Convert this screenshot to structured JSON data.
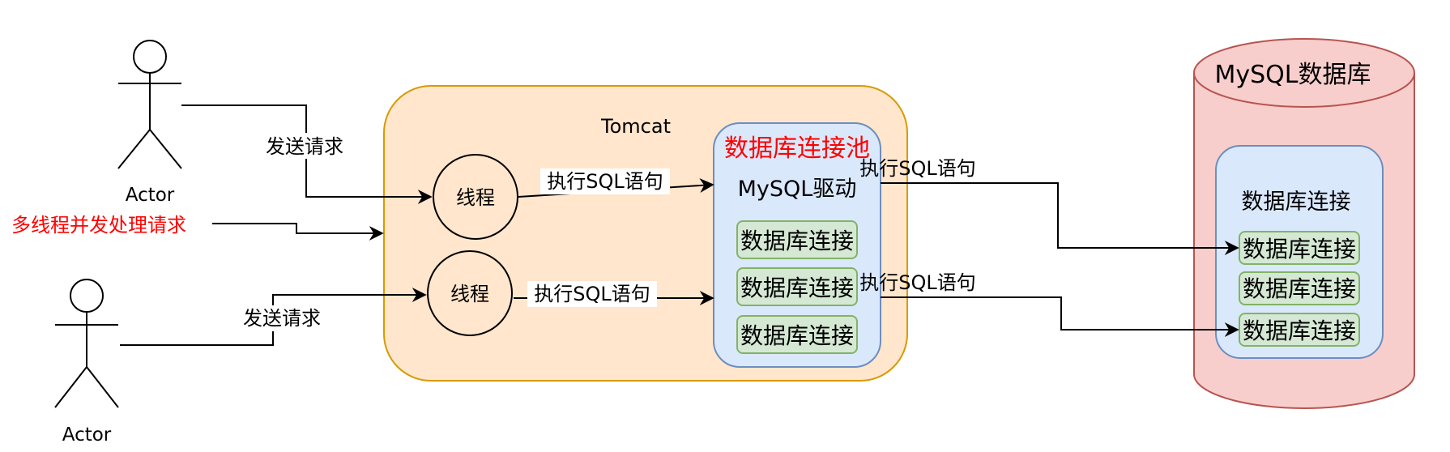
{
  "actors": [
    {
      "label": "Actor"
    },
    {
      "label": "Actor"
    }
  ],
  "annotations": {
    "concurrent": "多线程并发处理请求"
  },
  "edges": {
    "send1": "发送请求",
    "send2": "发送请求",
    "exec1": "执行SQL语句",
    "exec2": "执行SQL语句",
    "exec3": "执行SQL语句",
    "exec4": "执行SQL语句"
  },
  "tomcat": {
    "title": "Tomcat",
    "thread1": "线程",
    "thread2": "线程"
  },
  "pool": {
    "title": "数据库连接池",
    "driver": "MySQL驱动",
    "connections": [
      "数据库连接",
      "数据库连接",
      "数据库连接"
    ]
  },
  "mysql": {
    "title": "MySQL数据库",
    "inner_title": "数据库连接",
    "connections": [
      "数据库连接",
      "数据库连接",
      "数据库连接"
    ]
  },
  "colors": {
    "tomcat_fill": "#ffe6cc",
    "tomcat_stroke": "#d79b00",
    "pool_fill": "#dae8fc",
    "pool_stroke": "#6c8ebf",
    "conn_fill": "#d5e8d4",
    "conn_stroke": "#82b366",
    "db_fill": "#f8cecc",
    "db_stroke": "#b85450",
    "highlight": "#ff0000"
  }
}
